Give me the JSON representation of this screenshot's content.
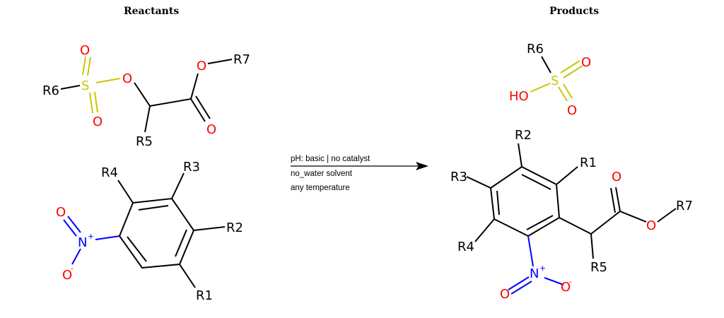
{
  "headers": {
    "reactants": "Reactants",
    "products": "Products"
  },
  "conditions": {
    "line1": "pH: basic | no catalyst",
    "line2": "no_water solvent",
    "line3": "any temperature"
  },
  "atoms": {
    "o": "O",
    "s": "S",
    "r1": "R1",
    "r2": "R2",
    "r3": "R3",
    "r4": "R4",
    "r5": "R5",
    "r6": "R6",
    "r7": "R7",
    "n": "N",
    "plus": "+",
    "minus": "-",
    "ho": "HO"
  },
  "colors": {
    "oxygen": "#ff0000",
    "nitrogen": "#0000ff",
    "sulfur": "#c8c800",
    "carbon": "#000000"
  }
}
